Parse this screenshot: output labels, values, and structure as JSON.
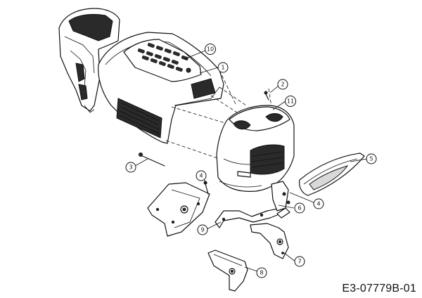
{
  "drawing_code": "E3-07779B-01",
  "callouts": [
    {
      "id": "callout-10",
      "label": "10"
    },
    {
      "id": "callout-1",
      "label": "1"
    },
    {
      "id": "callout-2",
      "label": "2"
    },
    {
      "id": "callout-11",
      "label": "11"
    },
    {
      "id": "callout-3",
      "label": "3"
    },
    {
      "id": "callout-5",
      "label": "5"
    },
    {
      "id": "callout-4a",
      "label": "4"
    },
    {
      "id": "callout-4b",
      "label": "4"
    },
    {
      "id": "callout-6",
      "label": "6"
    },
    {
      "id": "callout-9",
      "label": "9"
    },
    {
      "id": "callout-7",
      "label": "7"
    },
    {
      "id": "callout-8",
      "label": "8"
    }
  ]
}
